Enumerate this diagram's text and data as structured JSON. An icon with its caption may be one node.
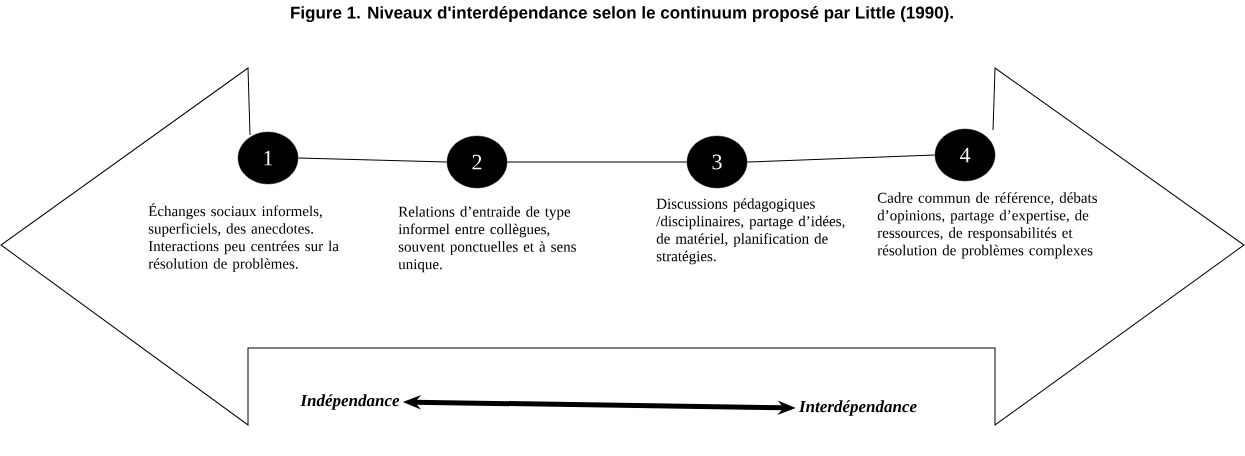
{
  "diagram": {
    "title": "Figure 1. Niveaux d'interdépendance selon le continuum proposé par Little (1990).",
    "nodes": [
      {
        "text": [
          "1"
        ],
        "beside": [
          "Échanges sociaux informels, superficiels, des anecdotes. Interactions peu centrées sur la résolution de problèmes."
        ]
      },
      {
        "text": [
          "2"
        ],
        "beside": [
          "Relations d’entraide de type informel entre collègues, souvent ponctuelles et à sens unique."
        ]
      },
      {
        "text": [
          "3"
        ],
        "beside": [
          "Discussions pédagogiques /disciplinaires, partage d’idées, de matériel, planification de stratégies."
        ]
      },
      {
        "text": [
          "4"
        ],
        "beside": [
          "Cadre commun de référence, débats d’opinions, partage d’expertise, de ressources, de responsabilités et résolution de problèmes complexes"
        ]
      },
      {
        "text": [
          "Indépendance"
        ]
      },
      {
        "text": [
          "Interdépendance"
        ]
      }
    ],
    "edges": [
      {
        "from": 0,
        "to": 1,
        "arrow": "none"
      },
      {
        "from": 1,
        "to": 2,
        "arrow": "none"
      },
      {
        "from": 2,
        "to": 3,
        "arrow": "none"
      },
      {
        "from": 4,
        "to": 5,
        "arrow": "both",
        "style": "thick"
      }
    ]
  }
}
